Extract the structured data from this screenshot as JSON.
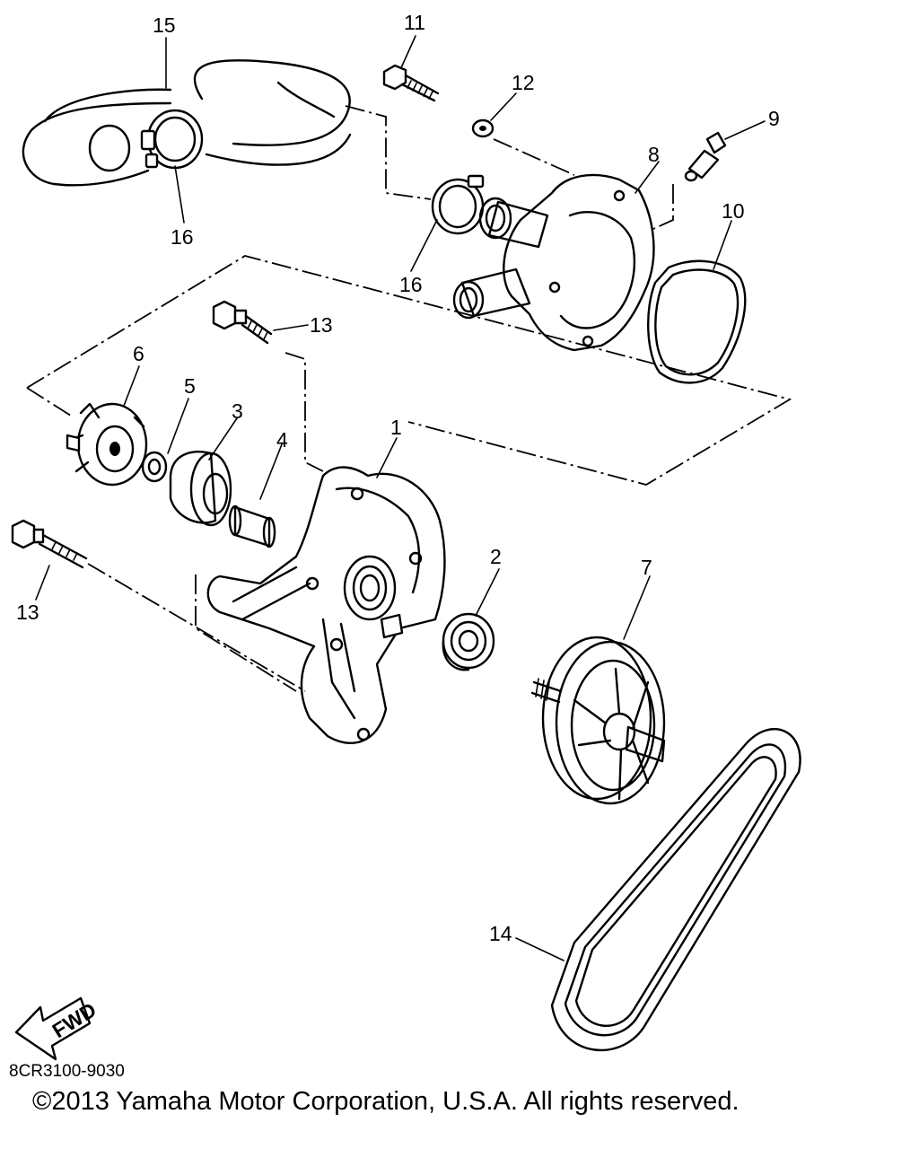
{
  "diagram": {
    "callouts": {
      "c1": "1",
      "c2": "2",
      "c3": "3",
      "c4": "4",
      "c5": "5",
      "c6": "6",
      "c7": "7",
      "c8": "8",
      "c9": "9",
      "c10": "10",
      "c11": "11",
      "c12": "12",
      "c13a": "13",
      "c13b": "13",
      "c14": "14",
      "c15": "15",
      "c16a": "16",
      "c16b": "16"
    },
    "fwd_label": "FWD",
    "ref_code": "8CR3100-9030",
    "copyright": "©2013 Yamaha Motor Corporation, U.S.A. All rights reserved."
  }
}
